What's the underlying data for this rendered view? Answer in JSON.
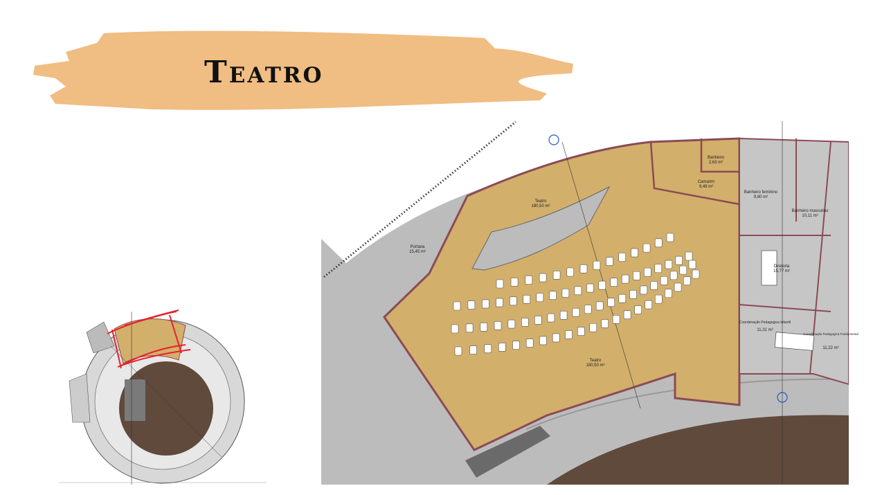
{
  "slide": {
    "title": "Teatro"
  },
  "plan": {
    "rooms": [
      {
        "name": "Teatro",
        "area": "180,50 m²"
      },
      {
        "name": "Camarim",
        "area": "9,49 m²"
      },
      {
        "name": "Banheiro",
        "area": "2,63 m²"
      },
      {
        "name": "Banheiro feminino",
        "area": "9,80 m²"
      },
      {
        "name": "Banheiro masculino",
        "area": "10,11 m²"
      },
      {
        "name": "Portaria",
        "area": "15,45 m²"
      },
      {
        "name": "Diretoria",
        "area": "15,77 m²"
      },
      {
        "name": "Coordenação Pedagogica Infantil",
        "area": "11,31 m²"
      },
      {
        "name": "Coordenação Pedagogica Fundamental",
        "area": "11,22 m²"
      },
      {
        "name": "Teatro",
        "area": "180,50 m²"
      }
    ]
  },
  "colors": {
    "banner": "#f0bd82",
    "floor": "#d2af6b",
    "wall": "#8b4a55",
    "gray": "#bcbcbc",
    "court": "#5f4a3c",
    "highlight": "#e8202a"
  }
}
